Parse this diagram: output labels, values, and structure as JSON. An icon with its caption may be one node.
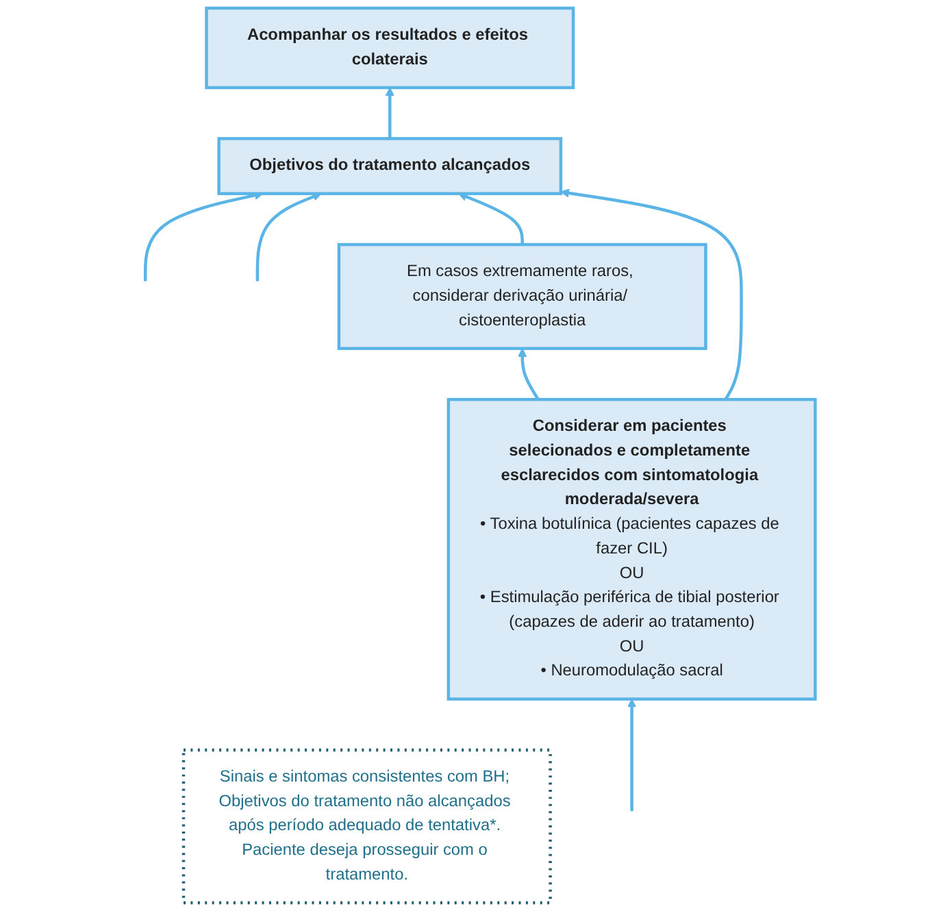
{
  "diagram": {
    "nodes": [
      {
        "text": [
          "Acompanhar os resultados e efeitos colaterais"
        ]
      },
      {
        "text": [
          "Objetivos do tratamento alcançados"
        ]
      },
      {
        "text": [
          "Em casos extremamente raros, considerar derivação urinária/ cistoenteroplastia"
        ]
      },
      {
        "text": [
          "Considerar em pacientes selecionados e completamente esclarecidos com sintomatologia moderada/severa",
          "• Toxina botulínica (pacientes capazes de fazer CIL)",
          "OU",
          "• Estimulação periférica de tibial posterior (capazes de aderir ao tratamento)",
          "OU",
          "• Neuromodulação sacral"
        ]
      },
      {
        "text": [
          "Sinais e sintomas consistentes com BH; Objetivos do tratamento não alcançados após período adequado de tentativa*. Paciente deseja prosseguir com o tratamento."
        ]
      }
    ],
    "edges": [
      {
        "from": null,
        "to": 1,
        "arrow": "to"
      },
      {
        "from": null,
        "to": 1,
        "arrow": "to"
      },
      {
        "from": 1,
        "to": 0,
        "arrow": "to"
      },
      {
        "from": 2,
        "to": 1,
        "arrow": "to"
      },
      {
        "from": 3,
        "to": 1,
        "arrow": "to"
      },
      {
        "from": 3,
        "to": 2,
        "arrow": "to"
      },
      {
        "from": null,
        "to": 3,
        "arrow": "to"
      }
    ]
  }
}
